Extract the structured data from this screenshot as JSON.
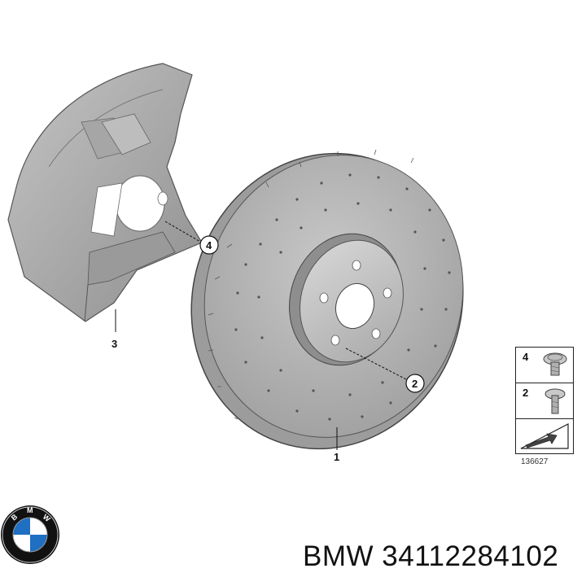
{
  "callouts": {
    "disc": "1",
    "bolt": "2",
    "shield": "3",
    "screw": "4"
  },
  "legend": {
    "top_item": "4",
    "middle_item": "2"
  },
  "diagram_id": "136627",
  "footer": {
    "brand_logo_letters": "BMW",
    "part_number": "BMW 34112284102"
  },
  "colors": {
    "metal": "#b5b5b5",
    "metal_dark": "#8c8c8c",
    "logo_blue": "#1f6fc2",
    "outline": "#222222"
  }
}
